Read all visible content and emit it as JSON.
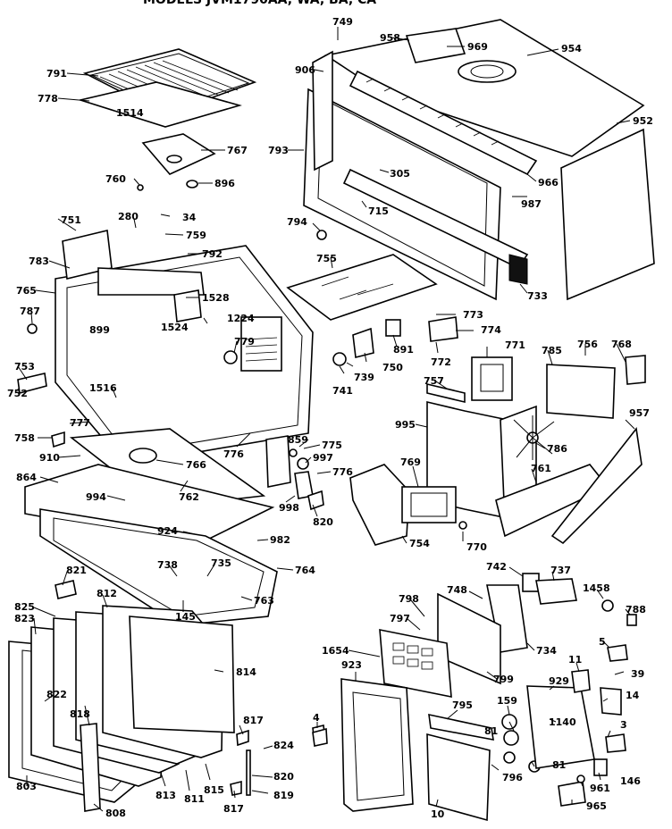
{
  "header_text": "MODELS JVM1790AA, WA, BA, CA",
  "labels": {
    "l791": "791",
    "l778": "778",
    "l1514": "1514",
    "l767": "767",
    "l760": "760",
    "l896": "896",
    "l749": "749",
    "l958": "958",
    "l969": "969",
    "l954": "954",
    "l906": "906",
    "l793": "793",
    "l952": "952",
    "l305": "305",
    "l715": "715",
    "l966": "966",
    "l987": "987",
    "l794": "794",
    "l755": "755",
    "l733": "733",
    "l751": "751",
    "l280": "280",
    "l34": "34",
    "l759": "759",
    "l783": "783",
    "l792": "792",
    "l765": "765",
    "l1528": "1528",
    "l787": "787",
    "l899": "899",
    "l1524": "1524",
    "l1224": "1224",
    "l779": "779",
    "l773": "773",
    "l774": "774",
    "l891": "891",
    "l772": "772",
    "l771": "771",
    "l785": "785",
    "l756": "756",
    "l768": "768",
    "l753": "753",
    "l741": "741",
    "l739": "739",
    "l750": "750",
    "l752": "752",
    "l1516": "1516",
    "l757": "757",
    "l777": "777",
    "l995": "995",
    "l758": "758",
    "l859": "859",
    "l775": "775",
    "l997": "997",
    "l910": "910",
    "l766": "766",
    "l776a": "776",
    "l776b": "776",
    "l786": "786",
    "l957": "957",
    "l864": "864",
    "l762": "762",
    "l998": "998",
    "l769": "769",
    "l761": "761",
    "l994": "994",
    "l820a": "820",
    "l924": "924",
    "l982": "982",
    "l754": "754",
    "l770": "770",
    "l764": "764",
    "l821": "821",
    "l742": "742",
    "l737": "737",
    "l825": "825",
    "l812": "812",
    "l738": "738",
    "l735": "735",
    "l1458": "1458",
    "l788": "788",
    "l823a": "823",
    "l145": "145",
    "l763": "763",
    "l798": "798",
    "l748": "748",
    "l797": "797",
    "l5": "5",
    "l734": "734",
    "l1654": "1654",
    "l39": "39",
    "l11": "11",
    "l799": "799",
    "l814": "814",
    "l822": "822",
    "l923": "923",
    "l929": "929",
    "l14": "14",
    "l159": "159",
    "l818": "818",
    "l795": "795",
    "l81a": "81",
    "l1140": "1140",
    "l817a": "817",
    "l824": "824",
    "l3": "3",
    "l4": "4",
    "l81b": "81",
    "l820b": "820",
    "l796": "796",
    "l146": "146",
    "l803": "803",
    "l813": "813",
    "l811": "811",
    "l815": "815",
    "l961": "961",
    "l817b": "817",
    "l819": "819",
    "l965": "965",
    "l808": "808",
    "l10": "10"
  }
}
